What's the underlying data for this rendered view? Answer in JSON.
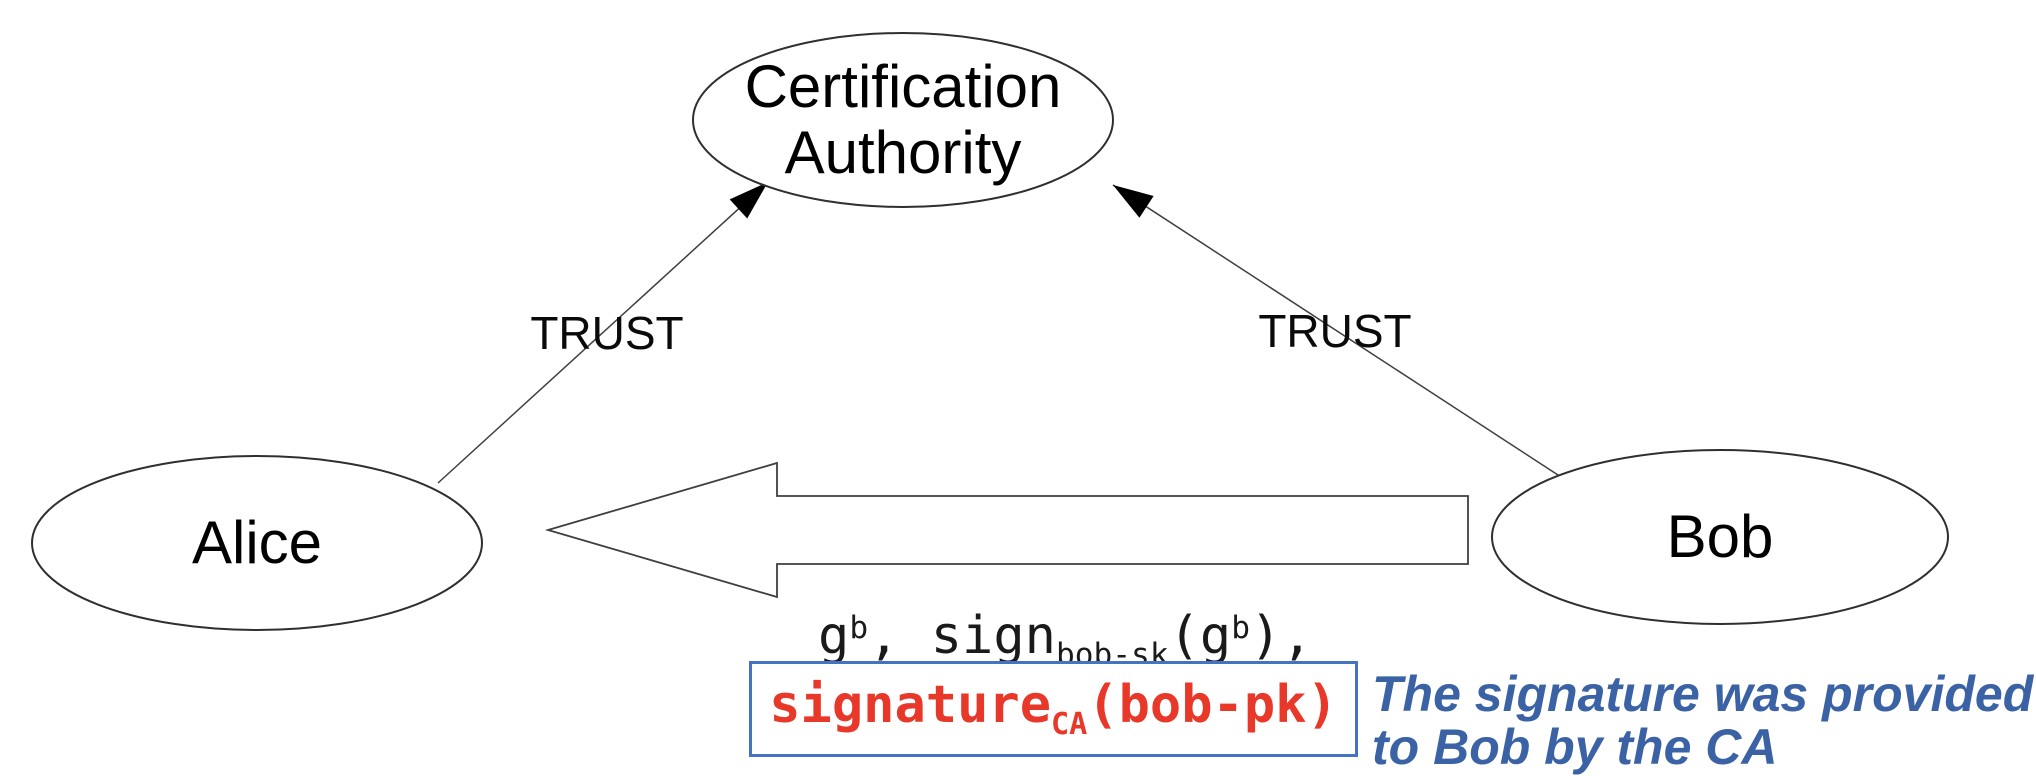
{
  "nodes": {
    "certification_authority": {
      "line1": "Certification",
      "line2": "Authority"
    },
    "alice": {
      "label": "Alice"
    },
    "bob": {
      "label": "Bob"
    }
  },
  "edges": {
    "alice_to_ca": {
      "label": "TRUST"
    },
    "bob_to_ca": {
      "label": "TRUST"
    }
  },
  "message_arrow": {
    "direction": "bob-to-alice",
    "formula": {
      "g1_base": "g",
      "g1_sup": "b",
      "mid": ", sign",
      "sign_sub": "bob-sk",
      "g2_open": "(g",
      "g2_sup": "b",
      "tail": "),"
    },
    "boxed_signature": {
      "base": "signature",
      "sub": "CA",
      "rest": "(bob-pk)"
    }
  },
  "annotation": {
    "line1": "The signature was provided",
    "line2": "to Bob by the CA"
  },
  "colors": {
    "box_border_blue": "#4472C4",
    "annotation_blue": "#3A62A5",
    "signature_red": "#E8382A",
    "outline_black": "#3f3f3f"
  }
}
